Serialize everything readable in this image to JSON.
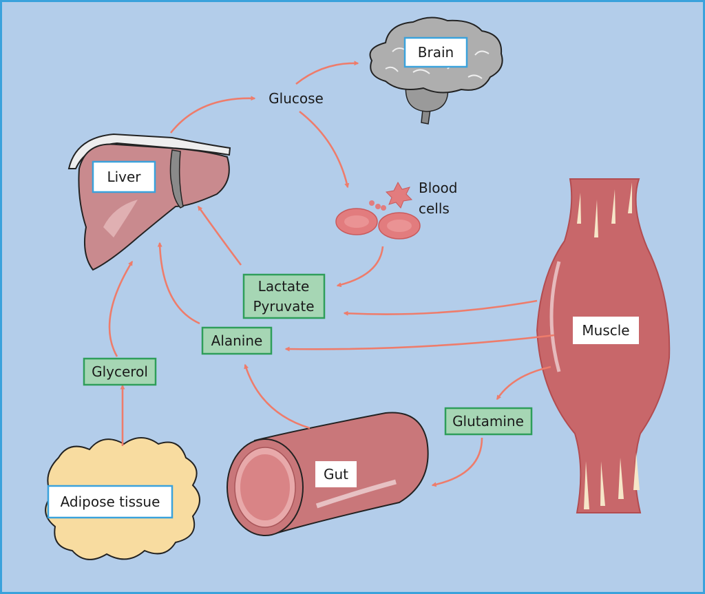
{
  "colors": {
    "background": "#b3cdea",
    "frame": "#3aa2dc",
    "arrow": "#ee7c6b",
    "organ_label_border": "#3aa2dc",
    "metabolite_fill": "#a6d6b4",
    "metabolite_border": "#2e9e5a",
    "muscle": "#c8676a",
    "liver": "#c98a8e",
    "adipose": "#f8dca0",
    "brain": "#aeaeae",
    "gut": "#c9777a",
    "blood_cell": "#e27c7e"
  },
  "organs": {
    "brain": "Brain",
    "liver": "Liver",
    "muscle": "Muscle",
    "gut": "Gut",
    "adipose": "Adipose tissue"
  },
  "free_labels": {
    "glucose": "Glucose",
    "blood_line1": "Blood",
    "blood_line2": "cells"
  },
  "metabolites": {
    "lactate_line1": "Lactate",
    "lactate_line2": "Pyruvate",
    "alanine": "Alanine",
    "glycerol": "Glycerol",
    "glutamine": "Glutamine"
  }
}
